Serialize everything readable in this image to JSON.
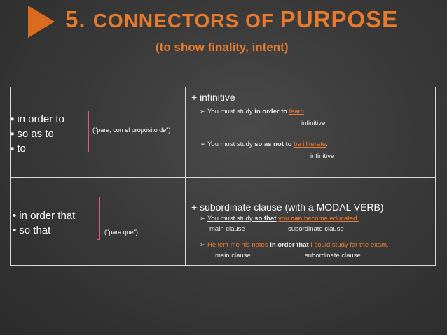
{
  "slide": {
    "title_number": "5. ",
    "title_connectors": "CONNECTORS",
    "title_of": " OF ",
    "title_purpose": "PURPOSE",
    "subtitle": "(to show finality, intent)"
  },
  "row1": {
    "connectors": [
      "in order to",
      "so as to",
      "to"
    ],
    "note": "(\"para, con el propósito de\")",
    "header": "+ infinitive",
    "ex1": {
      "pre": "You must study ",
      "conn": "in order to",
      "mid": " ",
      "verb": "learn",
      "post": "."
    },
    "ex1_label": "infinitive",
    "ex2": {
      "pre": "You must study ",
      "conn": "so as not to",
      "mid": " ",
      "verb": "be illiterate",
      "post": "."
    },
    "ex2_label": "infinitive"
  },
  "row2": {
    "connectors": [
      "in order that",
      "so that"
    ],
    "note": "(\"para que\")",
    "header": "+ subordinate clause (with a MODAL VERB)",
    "ex1": {
      "a": "You must study ",
      "conn": "so that",
      "b": " you ",
      "modal": "can",
      "c": " become educated."
    },
    "ex1_main": "main clause",
    "ex1_sub": "subordinate clause",
    "ex2": {
      "a": "He lent me his notes ",
      "conn": "in order that",
      "b": " I could study for the exam."
    },
    "ex2_main": "main clause",
    "ex2_sub": "subordinate clause"
  }
}
